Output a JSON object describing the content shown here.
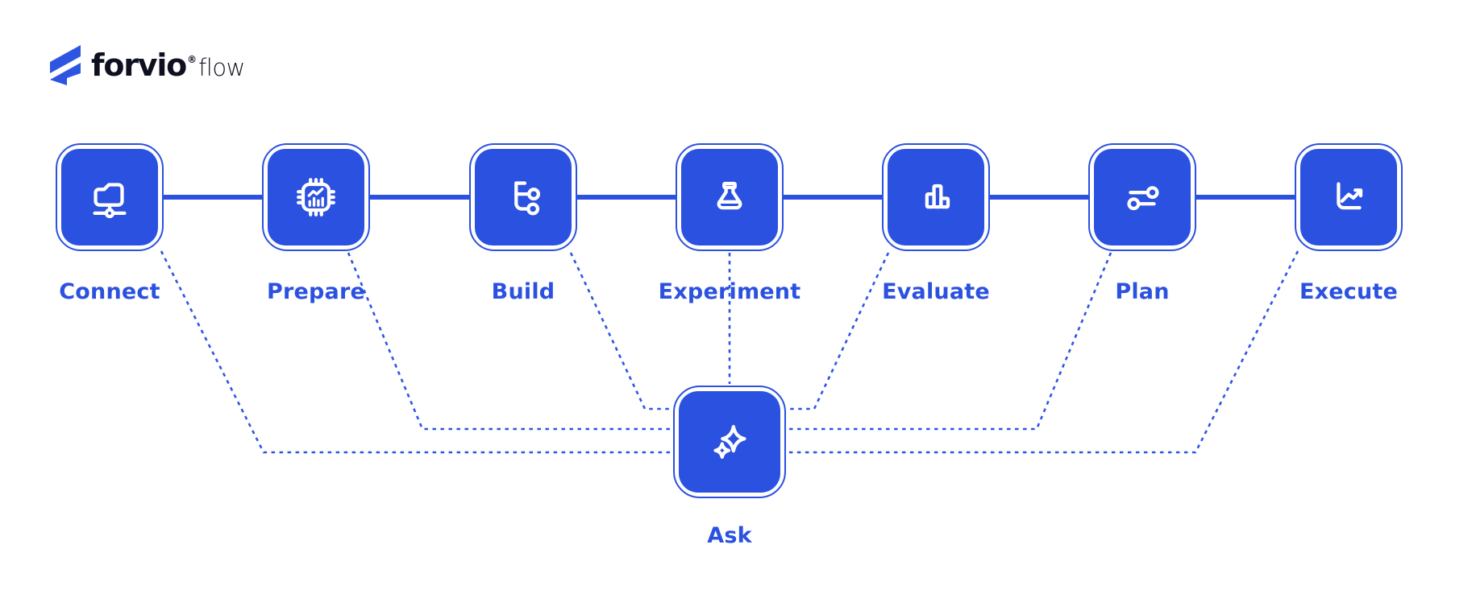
{
  "logo": {
    "brand": "forvio",
    "registered": "®",
    "product": "flow",
    "mark_icon": "forvio-chevron-icon"
  },
  "colors": {
    "primary_blue": "#2b51e0",
    "dotted_line_blue": "#2e55e2",
    "ink": "#0e1020",
    "background": "#ffffff",
    "icon_stroke": "#ffffff"
  },
  "diagram": {
    "stages": [
      {
        "label": "Connect",
        "icon": "folder-network-icon"
      },
      {
        "label": "Prepare",
        "icon": "chip-analytics-icon"
      },
      {
        "label": "Build",
        "icon": "branch-icon"
      },
      {
        "label": "Experiment",
        "icon": "flask-icon"
      },
      {
        "label": "Evaluate",
        "icon": "bar-chart-icon"
      },
      {
        "label": "Plan",
        "icon": "sliders-icon"
      },
      {
        "label": "Execute",
        "icon": "trend-chart-icon"
      }
    ],
    "hub": {
      "label": "Ask",
      "icon": "sparkles-icon"
    }
  }
}
